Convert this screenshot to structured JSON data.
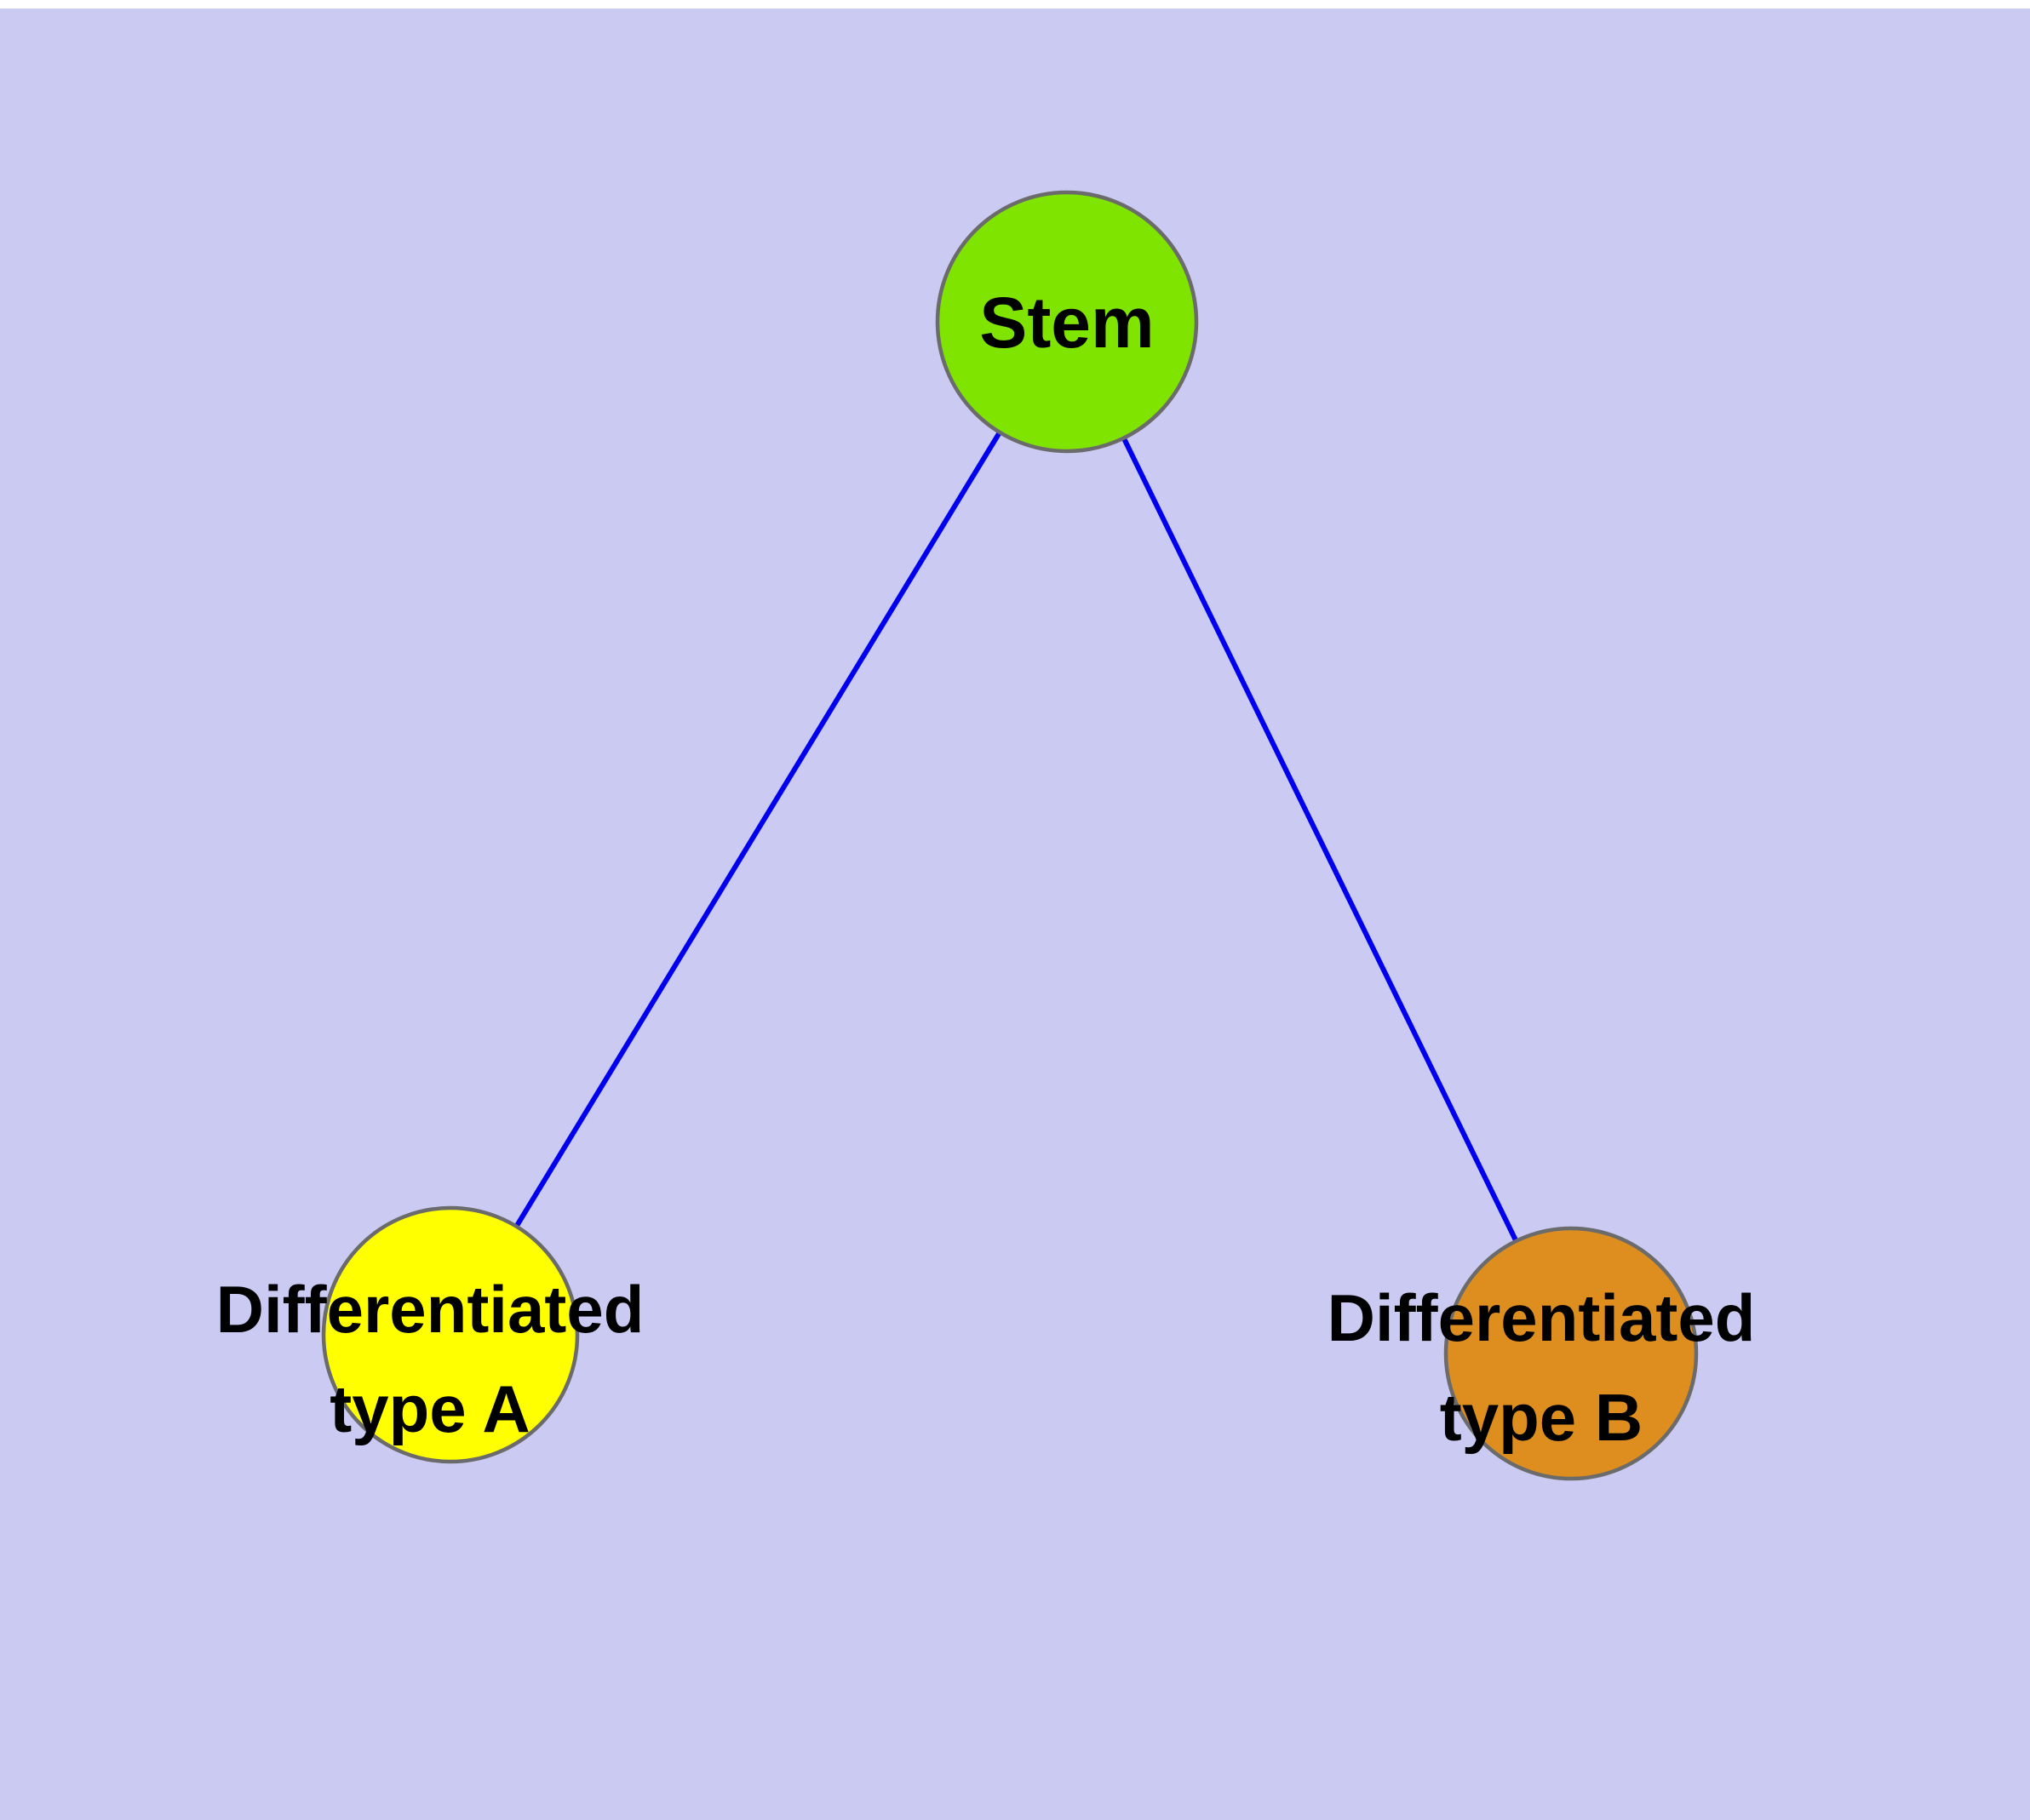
{
  "diagram": {
    "title": "",
    "background_color": "#cacaf2",
    "edge_color": "#0000ee",
    "node_border_color": "#6b6b6b",
    "nodes": [
      {
        "id": "stem",
        "label": "Stem",
        "label_line1": "Stem",
        "label_line2": "",
        "color": "#7ee400"
      },
      {
        "id": "differentiated-type-a",
        "label": "Differentiated type A",
        "label_line1": "Differentiated",
        "label_line2": "type A",
        "color": "#ffff00"
      },
      {
        "id": "differentiated-type-b",
        "label": "Differentiated type B",
        "label_line1": "Differentiated",
        "label_line2": "type B",
        "color": "#dd8e1f"
      }
    ],
    "edges": [
      {
        "from": "Stem",
        "to": "Differentiated type A"
      },
      {
        "from": "Stem",
        "to": "Differentiated type B"
      }
    ]
  }
}
